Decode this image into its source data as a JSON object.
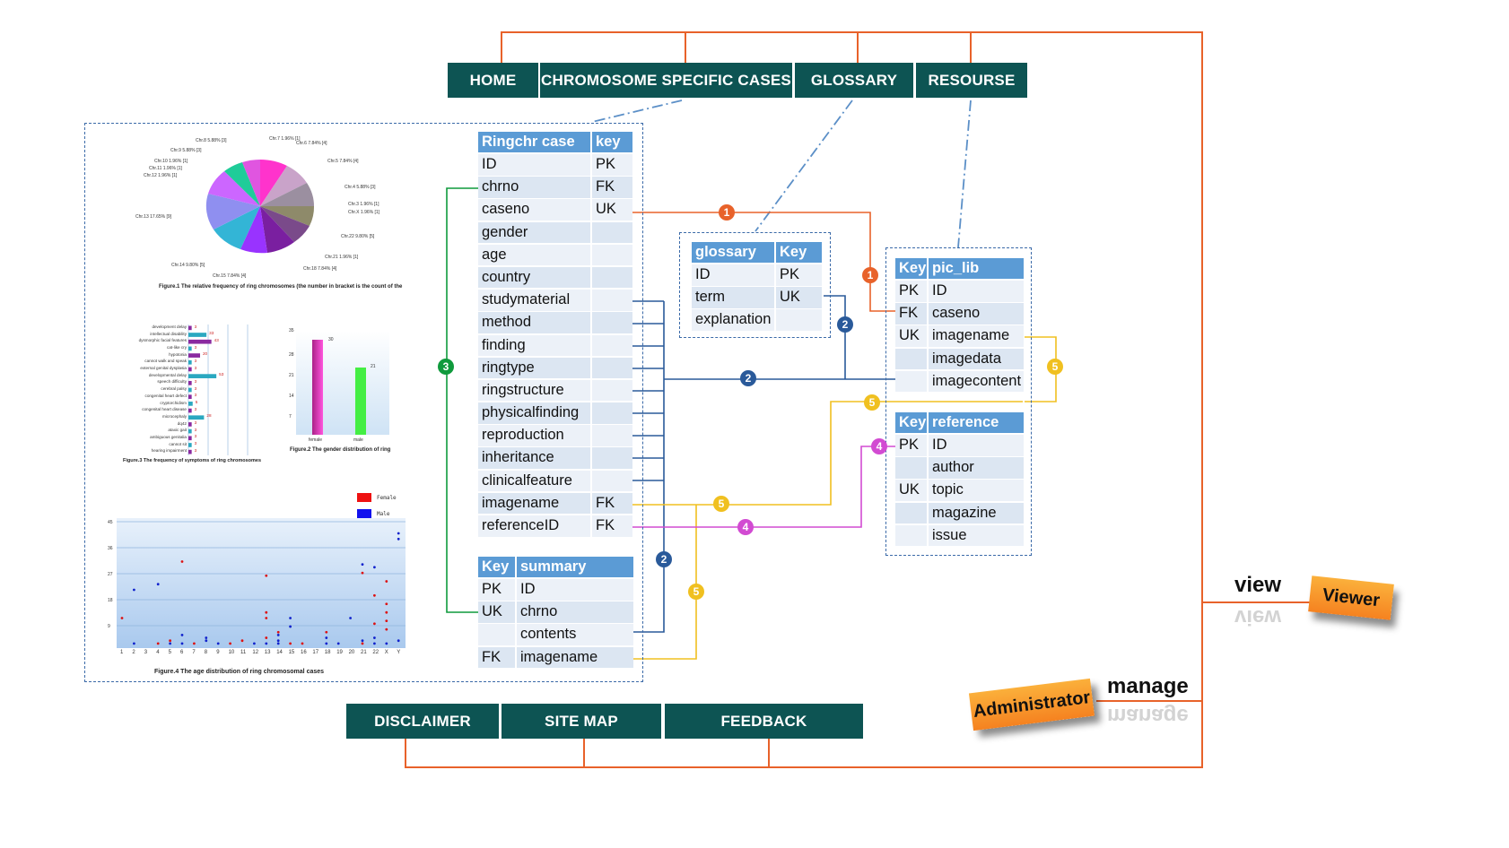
{
  "nav_top": [
    "HOME",
    "CHROMOSOME  SPECIFIC CASES",
    "GLOSSARY",
    "RESOURSE"
  ],
  "nav_bottom": [
    "DISCLAIMER",
    "SITE MAP",
    "FEEDBACK"
  ],
  "roles": {
    "view": "view",
    "viewer": "Viewer",
    "manage": "manage",
    "administrator": "Administrator"
  },
  "colors": {
    "nav": "#0d5453",
    "header": "#5b9bd5",
    "row": "#dce6f2",
    "orange": "#e8622a",
    "yellow": "#f0c020",
    "blue": "#2a5a9a",
    "green": "#0f9a3c",
    "magenta": "#d24bd2",
    "frame": "#3b6aa8"
  },
  "tables": {
    "ringchr": {
      "headers": [
        "Ringchr case",
        "key"
      ],
      "rows": [
        [
          "ID",
          "PK"
        ],
        [
          "chrno",
          "FK"
        ],
        [
          "caseno",
          "UK"
        ],
        [
          "gender",
          ""
        ],
        [
          "age",
          ""
        ],
        [
          "country",
          ""
        ],
        [
          "studymaterial",
          ""
        ],
        [
          "method",
          ""
        ],
        [
          "finding",
          ""
        ],
        [
          "ringtype",
          ""
        ],
        [
          "ringstructure",
          ""
        ],
        [
          "physicalfinding",
          ""
        ],
        [
          "reproduction",
          ""
        ],
        [
          "inheritance",
          ""
        ],
        [
          "clinicalfeature",
          ""
        ],
        [
          "imagename",
          "FK"
        ],
        [
          "referenceID",
          "FK"
        ]
      ]
    },
    "summary": {
      "headers": [
        "Key",
        "summary"
      ],
      "rows": [
        [
          "PK",
          "ID"
        ],
        [
          "UK",
          "chrno"
        ],
        [
          "",
          "contents"
        ],
        [
          "FK",
          "imagename"
        ]
      ]
    },
    "glossary": {
      "headers": [
        "glossary",
        "Key"
      ],
      "rows": [
        [
          "ID",
          "PK"
        ],
        [
          "term",
          "UK"
        ],
        [
          "explanation",
          ""
        ]
      ]
    },
    "pic_lib": {
      "headers": [
        "Key",
        "pic_lib"
      ],
      "rows": [
        [
          "PK",
          "ID"
        ],
        [
          "FK",
          "caseno"
        ],
        [
          "UK",
          "imagename"
        ],
        [
          "",
          "imagedata"
        ],
        [
          "",
          "imagecontent"
        ]
      ]
    },
    "reference": {
      "headers": [
        "Key",
        "reference"
      ],
      "rows": [
        [
          "PK",
          "ID"
        ],
        [
          "",
          "author"
        ],
        [
          "UK",
          "topic"
        ],
        [
          "",
          "magazine"
        ],
        [
          "",
          "issue"
        ]
      ]
    }
  },
  "badges": {
    "b1": "1",
    "b2": "2",
    "b3": "3",
    "b4": "4",
    "b5": "5"
  },
  "figures": {
    "pie_caption": "Figure.1 The relative frequency of ring chromosomes (the number in bracket is the count of the",
    "symptom_caption": "Figure.3 The frequency of symptoms of ring chromosomes",
    "gender_caption": "Figure.2 The gender distribution of ring",
    "age_caption": "Figure.4 The age distribution of ring chromosomal cases",
    "pie_labels": [
      "Chr.8 5.88% [3]",
      "Chr.7 1.96% [1]",
      "Chr.6 7.84% [4]",
      "Chr.9 5.88% [3]",
      "Chr.5 7.84% [4]",
      "Chr.10 1.96% [1]",
      "Chr.11 1.96% [1]",
      "Chr.12 1.96% [1]",
      "Chr.4 5.88% [3]",
      "Chr.3 1.96% [1]",
      "Chr.X 1.96% [1]",
      "Chr.13 17.65% [9]",
      "Chr.22 9.80% [5]",
      "Chr.21 1.96% [1]",
      "Chr.14 9.80% [5]",
      "Chr.18 7.84% [4]",
      "Chr.15 7.84% [4]"
    ],
    "symptoms": [
      "development delay",
      "intellectual disability",
      "dysmorphic facial features",
      "cat-like cry",
      "hypotonia",
      "cannot walk and speak",
      "external genital dysplasia",
      "developmental delay",
      "speech difficulty",
      "cerebral palsy",
      "congenital heart defect",
      "cryptorchidism",
      "congenital heart disease",
      "microcephaly",
      "dq42",
      "ataxic gait",
      "ambiguous genitalia",
      "cannot sit",
      "hearing impairment"
    ],
    "symptom_values": [
      "3",
      "33",
      "43",
      "3",
      "20",
      "3",
      "3",
      "53",
      "3",
      "3",
      "3",
      "5",
      "3",
      "28",
      "3",
      "3",
      "3",
      "3",
      "3"
    ],
    "gender_categories": [
      "female",
      "male"
    ],
    "gender_values": [
      "30",
      "21"
    ],
    "gender_axis": [
      "35",
      "28",
      "21",
      "14",
      "7"
    ],
    "age_axis": [
      "45",
      "36",
      "27",
      "18",
      "9"
    ],
    "age_x": [
      "1",
      "2",
      "3",
      "4",
      "5",
      "6",
      "7",
      "8",
      "9",
      "10",
      "11",
      "12",
      "13",
      "14",
      "15",
      "16",
      "17",
      "18",
      "19",
      "20",
      "21",
      "22",
      "X",
      "Y"
    ],
    "legend": [
      "Female",
      "Male"
    ]
  }
}
